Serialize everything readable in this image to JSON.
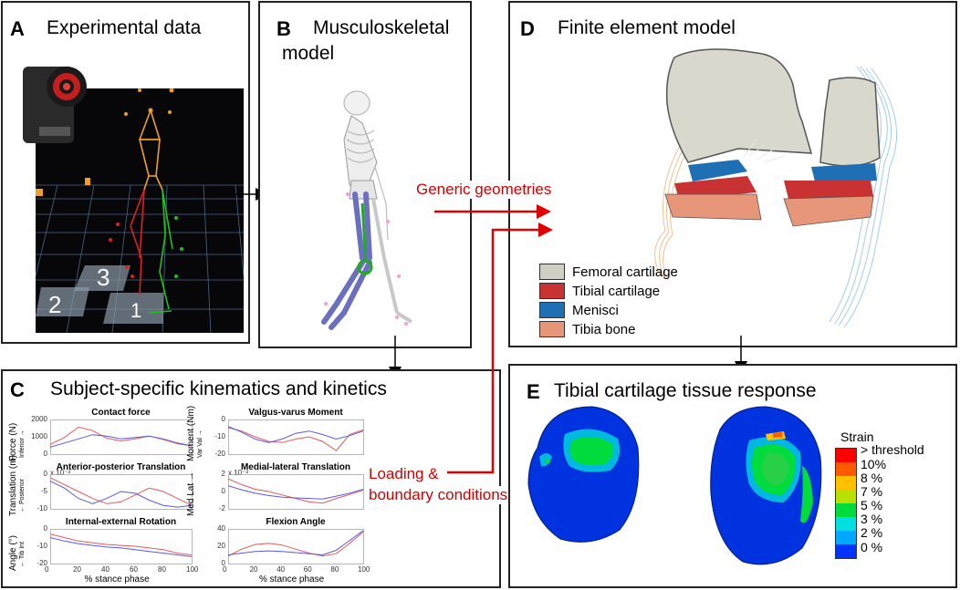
{
  "panels": {
    "a": {
      "letter": "A",
      "title": "Experimental data",
      "labels": [
        "2",
        "3",
        "1"
      ]
    },
    "b": {
      "letter": "B",
      "title_line1": "Musculoskeletal",
      "title_line2": "model"
    },
    "c": {
      "letter": "C",
      "title": "Subject-specific kinematics and kinetics"
    },
    "d": {
      "letter": "D",
      "title": "Finite element model"
    },
    "e": {
      "letter": "E",
      "title": "Tibial cartilage tissue response"
    }
  },
  "arrows": {
    "generic": "Generic geometries",
    "loading_line1": "Loading &",
    "loading_line2": "boundary conditions"
  },
  "legend": [
    {
      "label": "Femoral cartilage",
      "color": "#cfcfc4"
    },
    {
      "label": "Tibial cartilage",
      "color": "#c83232"
    },
    {
      "label": "Menisci",
      "color": "#1f6fb4"
    },
    {
      "label": "Tibia bone",
      "color": "#e8967a"
    }
  ],
  "strain": {
    "title": "Strain",
    "colors": [
      "#ff0000",
      "#ff5a00",
      "#ffc000",
      "#b8e000",
      "#00dc3c",
      "#00e0e0",
      "#00a8ff",
      "#0033ff"
    ],
    "labels": [
      "> threshold",
      "10%",
      "8 %",
      "7 %",
      "5 %",
      "3 %",
      "2 %",
      "0 %"
    ]
  },
  "series_colors": {
    "series1": "#e35a5a",
    "series2": "#5a5ae3"
  },
  "chart_data": [
    {
      "type": "line",
      "title": "Contact force",
      "ylabel": "Force (N)",
      "ylabel_sub": "Inferior →",
      "xlim": [
        0,
        100
      ],
      "ylim": [
        0,
        2500
      ],
      "yticks": [
        "2000",
        "1000",
        "0"
      ],
      "x": [
        0,
        10,
        20,
        30,
        40,
        50,
        60,
        70,
        80,
        90,
        100
      ],
      "series": [
        {
          "values": [
            700,
            1200,
            1950,
            1700,
            1150,
            950,
            1100,
            1300,
            1050,
            750,
            600
          ]
        },
        {
          "values": [
            500,
            800,
            1100,
            1400,
            1300,
            1100,
            1200,
            1300,
            1100,
            800,
            600
          ]
        }
      ]
    },
    {
      "type": "line",
      "title": "Valgus-varus Moment",
      "ylabel": "Moment (Nm)",
      "ylabel_sub": "Var  Val →",
      "xlim": [
        0,
        100
      ],
      "ylim": [
        -25,
        5
      ],
      "yticks": [
        "0",
        "-10",
        "-20"
      ],
      "x": [
        0,
        10,
        20,
        30,
        40,
        50,
        60,
        70,
        80,
        90,
        100
      ],
      "series": [
        {
          "values": [
            -2,
            -5,
            -10,
            -14,
            -15,
            -12,
            -10,
            -14,
            -22,
            -8,
            -4
          ]
        },
        {
          "values": [
            -1,
            -6,
            -12,
            -15,
            -12,
            -7,
            -5,
            -8,
            -12,
            -9,
            -5
          ]
        }
      ]
    },
    {
      "type": "line",
      "title": "Anterior-posterior Translation",
      "ylabel": "Translation (m)",
      "ylabel_sub": "← Posterior",
      "multiplier": "x 10⁻³",
      "xlim": [
        0,
        100
      ],
      "ylim": [
        -10,
        0
      ],
      "yticks": [
        "0",
        "-5",
        "-10"
      ],
      "x": [
        0,
        10,
        20,
        30,
        40,
        50,
        60,
        70,
        80,
        90,
        100
      ],
      "series": [
        {
          "values": [
            -1,
            -3,
            -5,
            -7,
            -8.5,
            -8,
            -6,
            -4,
            -5,
            -7,
            -9
          ]
        },
        {
          "values": [
            -2,
            -4,
            -7,
            -8.5,
            -7,
            -5,
            -5.5,
            -7.5,
            -9,
            -9.5,
            -9
          ]
        }
      ]
    },
    {
      "type": "line",
      "title": "Medial-lateral Translation",
      "ylabel": "Med  Lat →",
      "ylabel_sub": "",
      "multiplier": "x 10⁻³",
      "xlim": [
        0,
        100
      ],
      "ylim": [
        -3,
        3
      ],
      "yticks": [
        "2",
        "0",
        "-2"
      ],
      "x": [
        0,
        10,
        20,
        30,
        40,
        50,
        60,
        70,
        80,
        90,
        100
      ],
      "series": [
        {
          "values": [
            2.2,
            1.2,
            0.4,
            0.0,
            -0.6,
            -1.2,
            -1.8,
            -2.0,
            -1.2,
            -0.5,
            0.2
          ]
        },
        {
          "values": [
            1.0,
            0.3,
            -0.3,
            -0.7,
            -1.0,
            -1.1,
            -1.2,
            -1.3,
            -0.8,
            -0.3,
            0.4
          ]
        }
      ]
    },
    {
      "type": "line",
      "title": "Internal-external Rotation",
      "ylabel": "Angle (°)",
      "ylabel_sub": "← Tib Int",
      "xlim": [
        0,
        100
      ],
      "ylim": [
        -20,
        0
      ],
      "yticks": [
        "0",
        "-10",
        "-20"
      ],
      "x": [
        0,
        10,
        20,
        30,
        40,
        50,
        60,
        70,
        80,
        90,
        100
      ],
      "xticks": [
        "0",
        "20",
        "40",
        "60",
        "80",
        "100"
      ],
      "xlabel": "% stance phase",
      "series": [
        {
          "values": [
            -3,
            -5,
            -7,
            -8,
            -9,
            -9.5,
            -10,
            -11,
            -12,
            -14,
            -15
          ]
        },
        {
          "values": [
            -5,
            -7,
            -8.5,
            -9.5,
            -10.5,
            -11,
            -12,
            -13,
            -14,
            -15,
            -16
          ]
        }
      ]
    },
    {
      "type": "line",
      "title": "Flexion Angle",
      "ylabel": "",
      "ylabel_sub": "",
      "xlim": [
        0,
        100
      ],
      "ylim": [
        -5,
        55
      ],
      "yticks": [
        "40",
        "20",
        "0"
      ],
      "x": [
        0,
        10,
        20,
        30,
        40,
        50,
        60,
        70,
        80,
        90,
        100
      ],
      "xticks": [
        "0",
        "20",
        "40",
        "60",
        "80",
        "100"
      ],
      "xlabel": "% stance phase",
      "series": [
        {
          "values": [
            8,
            20,
            28,
            30,
            27,
            20,
            13,
            8,
            12,
            30,
            50
          ]
        },
        {
          "values": [
            10,
            13,
            16,
            17,
            16,
            14,
            12,
            10,
            18,
            35,
            52
          ]
        }
      ]
    }
  ]
}
